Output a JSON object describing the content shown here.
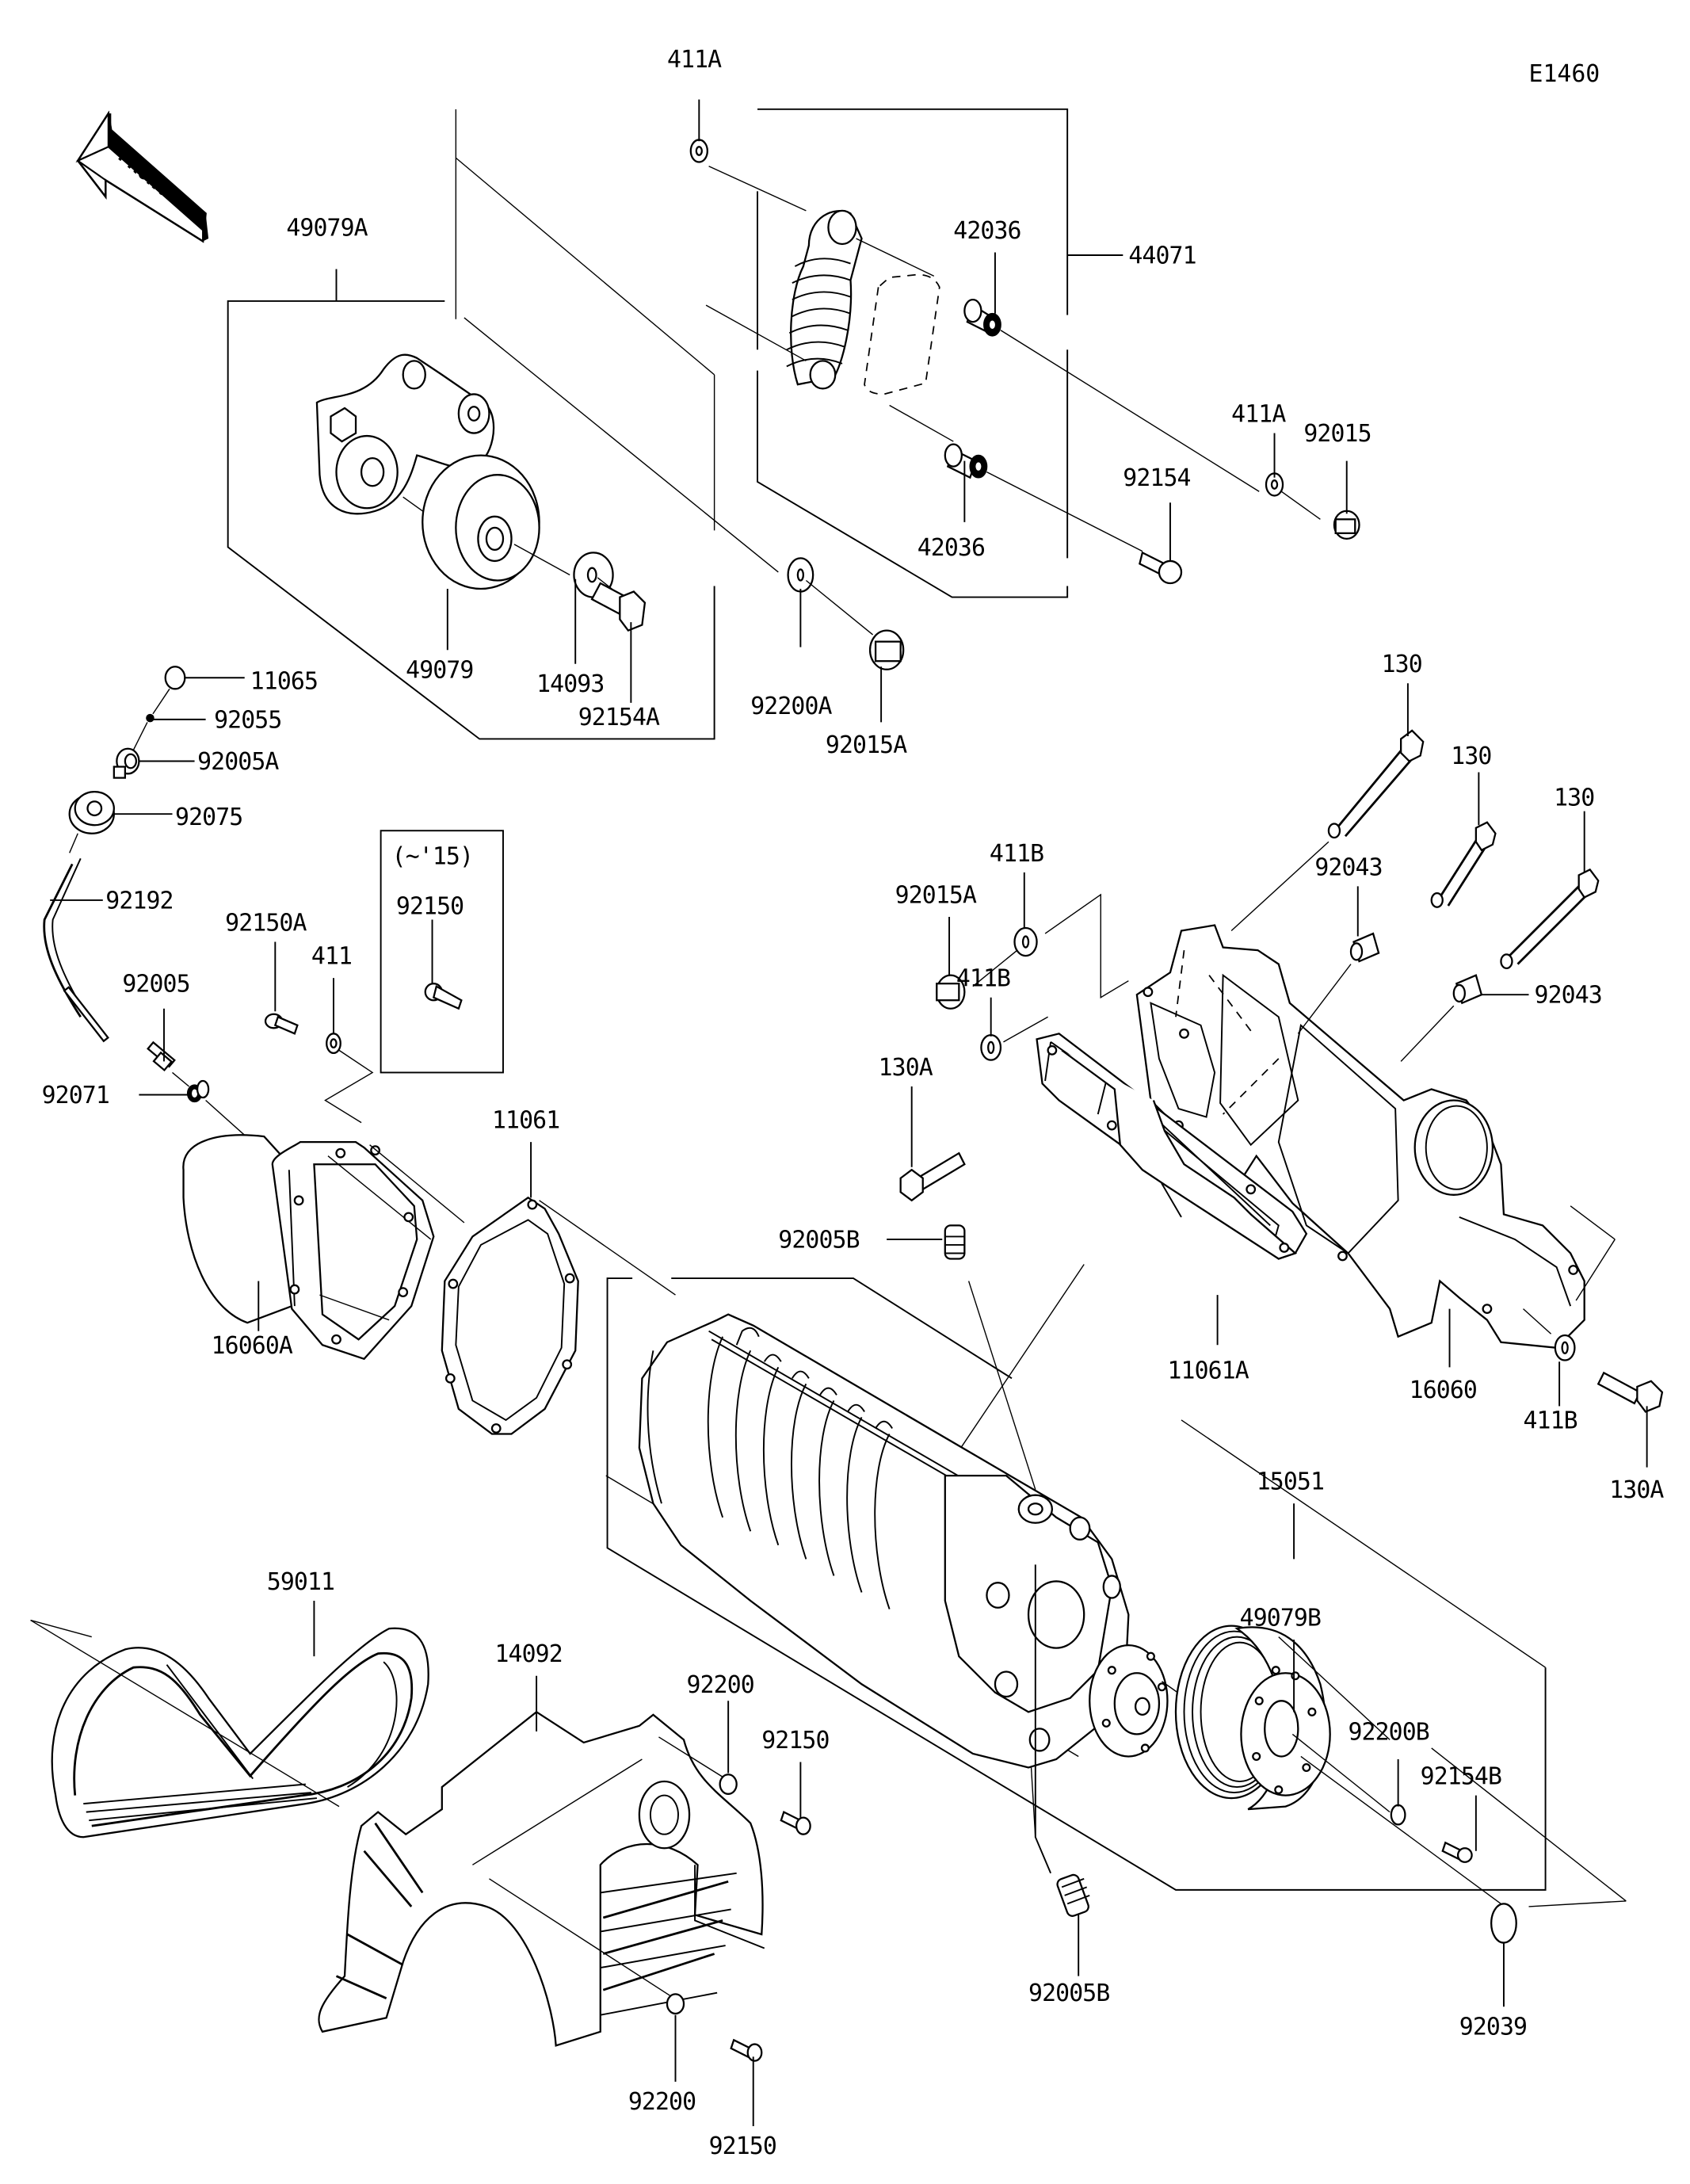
{
  "diagram": {
    "reference_code": "E1460",
    "direction_indicator": "FRONT",
    "variant_note": "(~'15)",
    "callouts": [
      {
        "id": "c-411A-top",
        "part": "411A"
      },
      {
        "id": "c-44071",
        "part": "44071"
      },
      {
        "id": "c-42036-top",
        "part": "42036"
      },
      {
        "id": "c-42036-bottom",
        "part": "42036"
      },
      {
        "id": "c-411A-right",
        "part": "411A"
      },
      {
        "id": "c-92015",
        "part": "92015"
      },
      {
        "id": "c-92154",
        "part": "92154"
      },
      {
        "id": "c-49079A",
        "part": "49079A"
      },
      {
        "id": "c-49079",
        "part": "49079"
      },
      {
        "id": "c-14093",
        "part": "14093"
      },
      {
        "id": "c-92154A",
        "part": "92154A"
      },
      {
        "id": "c-92200A",
        "part": "92200A"
      },
      {
        "id": "c-92015A-top",
        "part": "92015A"
      },
      {
        "id": "c-11065",
        "part": "11065"
      },
      {
        "id": "c-92055",
        "part": "92055"
      },
      {
        "id": "c-92005A",
        "part": "92005A"
      },
      {
        "id": "c-92075",
        "part": "92075"
      },
      {
        "id": "c-92192",
        "part": "92192"
      },
      {
        "id": "c-92150-boxed",
        "part": "92150"
      },
      {
        "id": "c-92150A",
        "part": "92150A"
      },
      {
        "id": "c-411",
        "part": "411"
      },
      {
        "id": "c-92005",
        "part": "92005"
      },
      {
        "id": "c-92071",
        "part": "92071"
      },
      {
        "id": "c-16060A",
        "part": "16060A"
      },
      {
        "id": "c-11061",
        "part": "11061"
      },
      {
        "id": "c-130-a",
        "part": "130"
      },
      {
        "id": "c-130-b",
        "part": "130"
      },
      {
        "id": "c-130-c",
        "part": "130"
      },
      {
        "id": "c-92043-top",
        "part": "92043"
      },
      {
        "id": "c-92043-right",
        "part": "92043"
      },
      {
        "id": "c-411B-top",
        "part": "411B"
      },
      {
        "id": "c-92015A-mid",
        "part": "92015A"
      },
      {
        "id": "c-411B-mid",
        "part": "411B"
      },
      {
        "id": "c-130A-left",
        "part": "130A"
      },
      {
        "id": "c-92005B-top",
        "part": "92005B"
      },
      {
        "id": "c-11061A",
        "part": "11061A"
      },
      {
        "id": "c-16060",
        "part": "16060"
      },
      {
        "id": "c-411B-right",
        "part": "411B"
      },
      {
        "id": "c-130A-right",
        "part": "130A"
      },
      {
        "id": "c-15051",
        "part": "15051"
      },
      {
        "id": "c-49079B",
        "part": "49079B"
      },
      {
        "id": "c-92200B",
        "part": "92200B"
      },
      {
        "id": "c-92154B",
        "part": "92154B"
      },
      {
        "id": "c-92039",
        "part": "92039"
      },
      {
        "id": "c-92005B-bottom",
        "part": "92005B"
      },
      {
        "id": "c-59011",
        "part": "59011"
      },
      {
        "id": "c-14092",
        "part": "14092"
      },
      {
        "id": "c-92200-top",
        "part": "92200"
      },
      {
        "id": "c-92150-mid",
        "part": "92150"
      },
      {
        "id": "c-92200-bottom",
        "part": "92200"
      },
      {
        "id": "c-92150-bottom",
        "part": "92150"
      }
    ]
  }
}
